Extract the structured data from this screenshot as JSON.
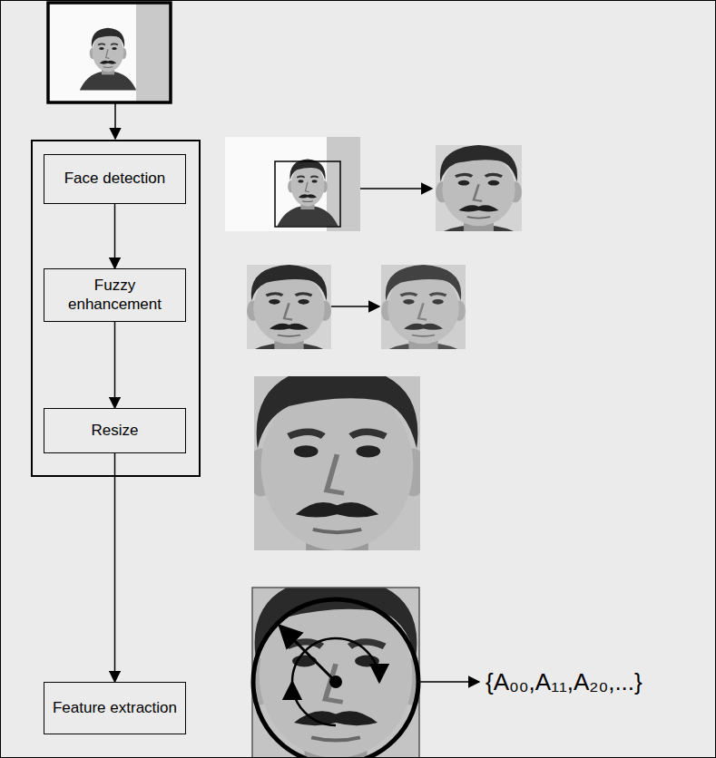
{
  "diagram": {
    "nodes": [
      {
        "text": [
          "Face detection"
        ]
      },
      {
        "text": [
          "Fuzzy enhancement"
        ]
      },
      {
        "text": [
          "Resize"
        ]
      },
      {
        "text": [
          "Feature extraction"
        ]
      }
    ],
    "edges": [
      {
        "from": 0,
        "to": 1,
        "arrow": "to"
      },
      {
        "from": 1,
        "to": 2,
        "arrow": "to"
      },
      {
        "from": 2,
        "to": 3,
        "arrow": "to"
      }
    ],
    "labels": [
      "{A₀₀,A₁₁,A₂₀,...}"
    ]
  }
}
